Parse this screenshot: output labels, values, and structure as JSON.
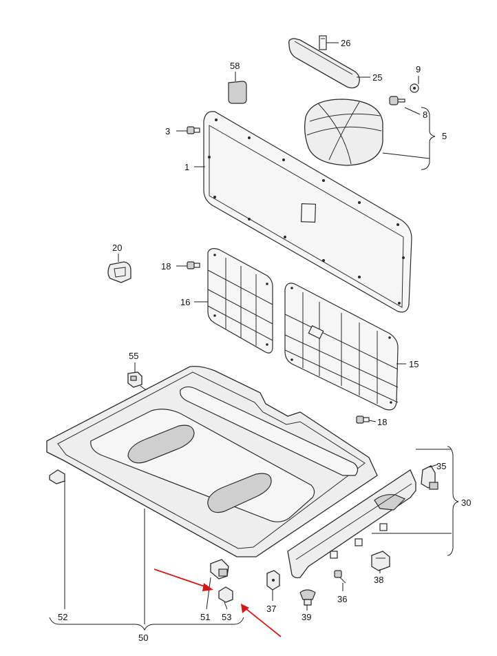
{
  "labels": {
    "p1": "1",
    "p3": "3",
    "p5": "5",
    "p8": "8",
    "p9": "9",
    "p15": "15",
    "p16": "16",
    "p18a": "18",
    "p18b": "18",
    "p20": "20",
    "p25": "25",
    "p26": "26",
    "p30": "30",
    "p35": "35",
    "p36": "36",
    "p37": "37",
    "p38": "38",
    "p39": "39",
    "p50": "50",
    "p51": "51",
    "p52": "52",
    "p53": "53",
    "p55": "55",
    "p58": "58"
  },
  "colors": {
    "line": "#2a2a2a",
    "part_fill": "#eeeeee",
    "arrow": "#d11a1a"
  }
}
